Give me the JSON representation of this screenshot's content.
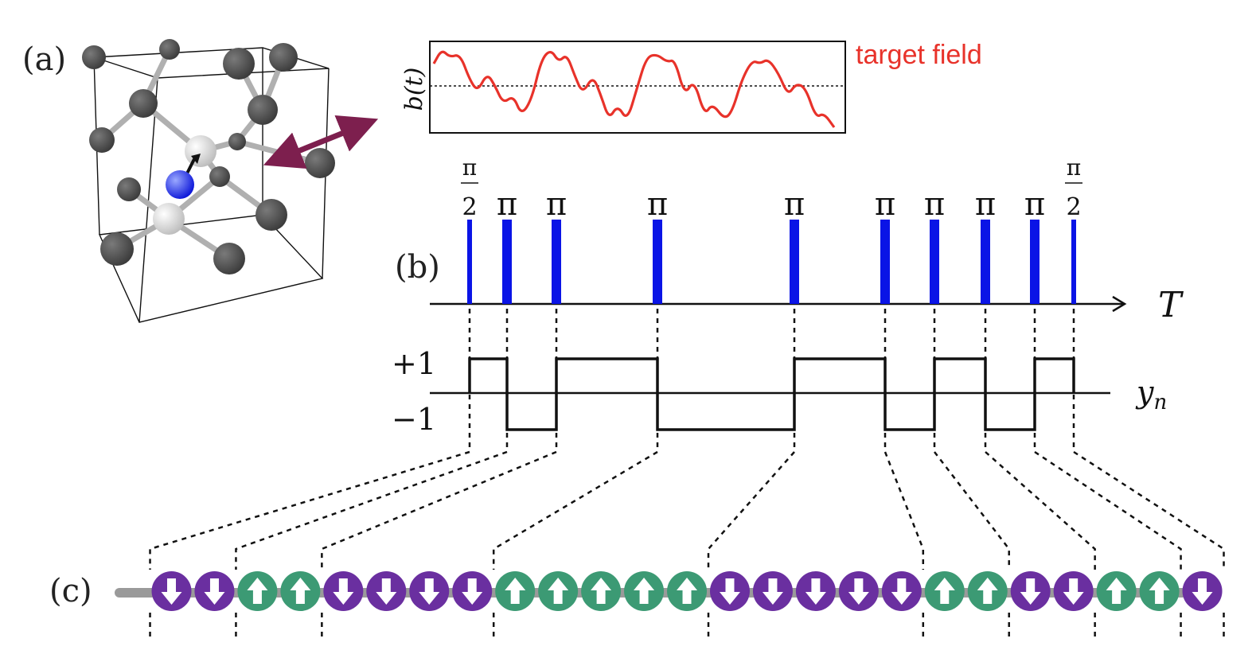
{
  "panels": {
    "a": "(a)",
    "b": "(b)",
    "c": "(c)"
  },
  "signal": {
    "axis_label": "b(t)",
    "legend": "target field",
    "color": "#e8322a"
  },
  "pulses": {
    "labels": [
      "π/2",
      "π",
      "π",
      "π",
      "π",
      "π",
      "π",
      "π",
      "π",
      "π/2"
    ],
    "color": "#0a14e6",
    "time_label": "T"
  },
  "modulation": {
    "plus_label": "+1",
    "minus_label": "−1",
    "series_label": "y_n",
    "states": [
      1,
      -1,
      1,
      -1,
      1,
      -1,
      1,
      -1,
      1
    ]
  },
  "spin_chain": {
    "spins": [
      "down",
      "down",
      "up",
      "up",
      "down",
      "down",
      "down",
      "down",
      "up",
      "up",
      "up",
      "up",
      "up",
      "down",
      "down",
      "down",
      "down",
      "down",
      "up",
      "up",
      "down",
      "down",
      "up",
      "up",
      "down"
    ],
    "colors": {
      "down": "#6a2fa0",
      "up": "#3c9a74"
    }
  },
  "molecule": {
    "arrow_color": "#7d1f4e",
    "spin_color": "#1a1aff"
  }
}
